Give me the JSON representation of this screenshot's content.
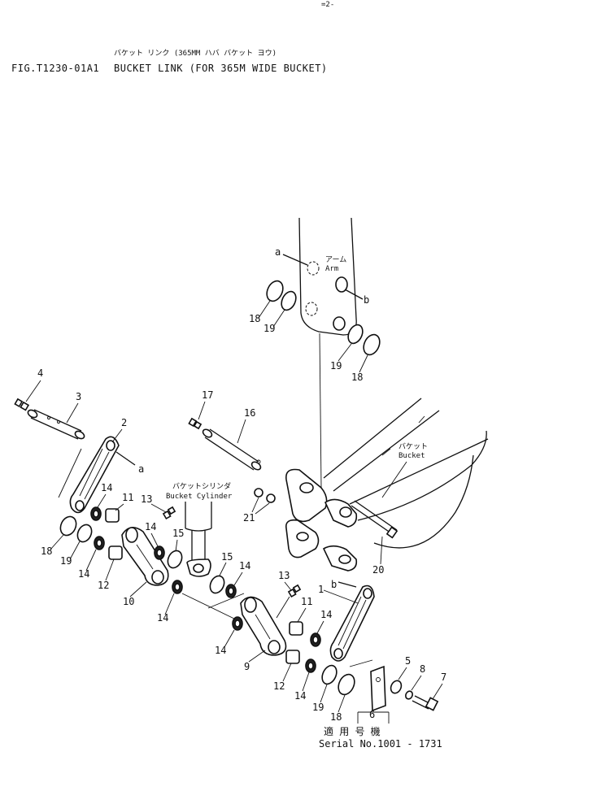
{
  "header": {
    "fig_number": "FIG.T1230-01A1",
    "title_jp": "バケット リンク (365MM ハバ バケット ヨウ)",
    "title_en": "BUCKET LINK (FOR 365M WIDE BUCKET)",
    "top_mark": "=2-"
  },
  "callouts": {
    "arm": "アーム\nArm",
    "bucket": "バケット\nBucket",
    "bucket_cylinder_jp": "バケットシリンダ",
    "bucket_cylinder_en": "Bucket Cylinder",
    "ref_a": "a",
    "ref_b": "b"
  },
  "serial": {
    "label_jp": "適 用 号 機",
    "range": "Serial No.1001 - 1731"
  },
  "part_numbers": [
    "1",
    "2",
    "3",
    "4",
    "5",
    "6",
    "7",
    "8",
    "9",
    "10",
    "11",
    "12",
    "13",
    "14",
    "15",
    "16",
    "17",
    "18",
    "19",
    "20",
    "21"
  ]
}
